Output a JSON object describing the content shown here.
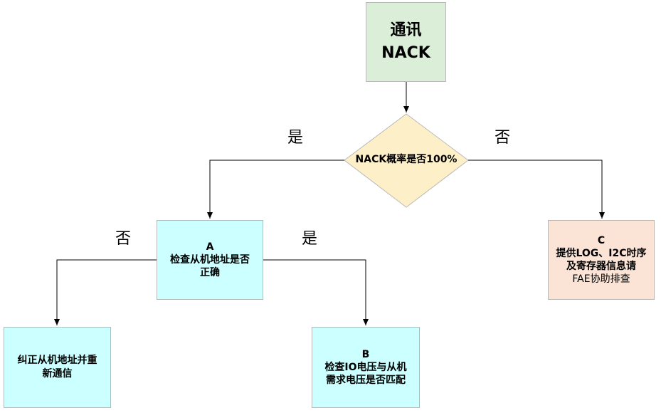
{
  "start": {
    "line1": "通讯",
    "line2": "NACK"
  },
  "decision": {
    "text": "NACK概率是否100%"
  },
  "labels": {
    "left_yes": "是",
    "right_no": "否",
    "a_no": "否",
    "a_yes": "是"
  },
  "node_a": {
    "code": "A",
    "line1": "检查从机地址是否",
    "line2": "正确"
  },
  "node_b": {
    "code": "B",
    "line1": "检查IO电压与从机",
    "line2": "需求电压是否匹配"
  },
  "node_c": {
    "code": "C",
    "line1": "提供LOG、I2C时序",
    "line2": "及寄存器信息请",
    "line3": "FAE协助排查"
  },
  "node_fix": {
    "line1": "纠正从机地址并重",
    "line2": "新通信"
  },
  "colors": {
    "start_fill": "#dbeed8",
    "decision_fill": "#fdefc8",
    "node_ab_fill": "#ccffff",
    "node_c_fill": "#fbe4d6",
    "border": "#b8b8b8",
    "line": "#000000"
  }
}
